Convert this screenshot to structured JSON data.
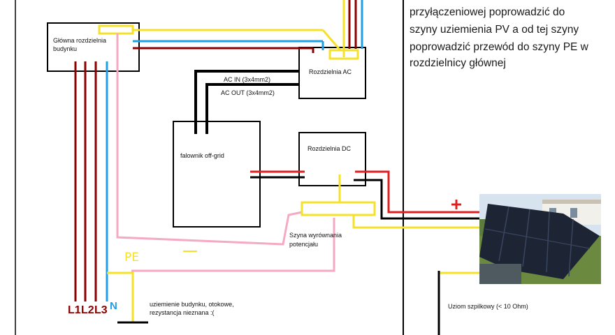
{
  "note": {
    "lines": [
      "przyłączeniowej poprowadzić do",
      "szyny uziemienia PV a od tej szyny",
      "poprowadzić przewód do szyny PE w",
      "rozdzielnicy głównej"
    ]
  },
  "boxes": {
    "main_panel": [
      "Główna rozdzielnia",
      "budynku"
    ],
    "ac_panel": "Rozdzielnia AC",
    "dc_panel": "Rozdzielnia DC",
    "inverter": "falownik off-grid"
  },
  "cables": {
    "ac_in": "AC IN (3x4mm2)",
    "ac_out": "AC OUT (3x4mm2)"
  },
  "busbar": [
    "Szyna wyrównania",
    "potencjału"
  ],
  "pe_label": "PE",
  "phase_labels": [
    "L1",
    "L2",
    "L3",
    "N"
  ],
  "grounding": {
    "building": [
      "uziemienie budynku, otokowe,",
      "rezystancja nieznana :("
    ],
    "rod": "Uziom szpilkowy (< 10 Ohm)"
  },
  "polarity": {
    "plus": "+",
    "minus": "-"
  },
  "colors": {
    "phase": "#8b0000",
    "neutral": "#1e9fe6",
    "pe": "#f5e02a",
    "bonding": "#f4aac0",
    "dc_plus": "#e02020",
    "black": "#000000"
  }
}
